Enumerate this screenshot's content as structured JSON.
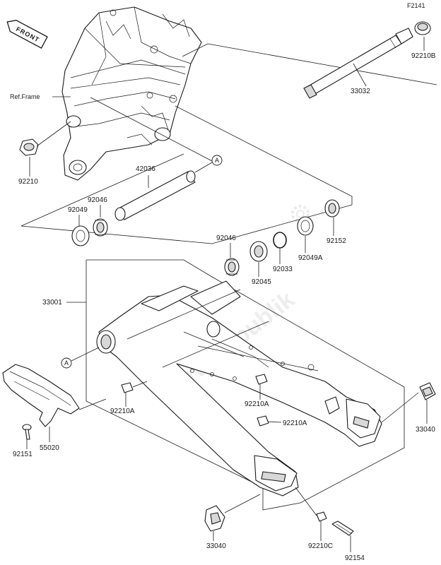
{
  "diagram": {
    "code": "F2141",
    "watermark": "PartsRepublik",
    "front_tag": "FRONT",
    "ref_frame": "Ref.Frame",
    "marker_a": "A",
    "labels": {
      "p92210B": "92210B",
      "p33032": "33032",
      "p92210": "92210",
      "p42036": "42036",
      "p92046_left": "92046",
      "p92049": "92049",
      "p92152": "92152",
      "p92049A": "92049A",
      "p92046_right": "92046",
      "p92033": "92033",
      "p92045": "92045",
      "p33001": "33001",
      "p92210A_1": "92210A",
      "p92210A_2": "92210A",
      "p92210A_3": "92210A",
      "p33040_right": "33040",
      "p92151": "92151",
      "p55020": "55020",
      "p33040_bottom": "33040",
      "p92210C": "92210C",
      "p92154": "92154"
    }
  }
}
